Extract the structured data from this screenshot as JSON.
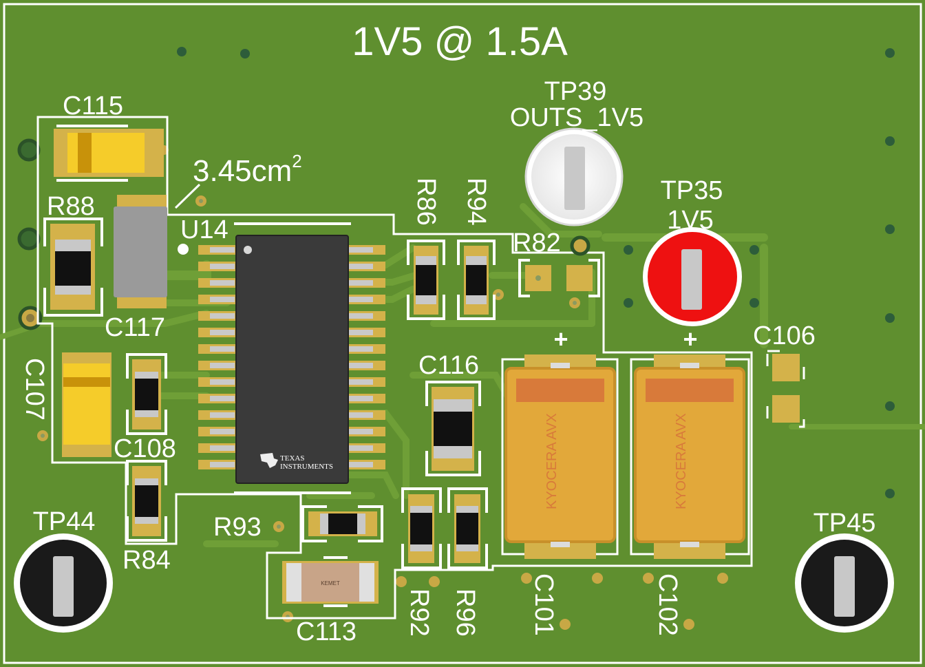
{
  "title": "1V5 @ 1.5A",
  "area_label": {
    "value": "3.45cm",
    "superscript": "2"
  },
  "polarity_mark": "+",
  "ic": {
    "ref": "U14",
    "logo_line1": "TEXAS",
    "logo_line2": "INSTRUMENTS"
  },
  "test_points": [
    {
      "ref": "TP39",
      "net": "OUTS_1V5",
      "color": "#ffffff"
    },
    {
      "ref": "TP35",
      "net": "1V5",
      "color": "#ee1111"
    },
    {
      "ref": "TP44",
      "color": "#1a1a1a"
    },
    {
      "ref": "TP45",
      "color": "#1a1a1a"
    }
  ],
  "components": {
    "C115": "C115",
    "R88": "R88",
    "C117": "C117",
    "C107": "C107",
    "C108": "C108",
    "R84": "R84",
    "R93": "R93",
    "C113": "C113",
    "R86": "R86",
    "R94": "R94",
    "R82": "R82",
    "C116": "C116",
    "R92": "R92",
    "R96": "R96",
    "C101": "C101",
    "C102": "C102",
    "C106": "C106"
  },
  "tantalum_brand": "KYOCERA AVX",
  "capacitor_brand": "KEMET",
  "colors": {
    "board": "#5f8f2f",
    "copper_trace": "#6f9f37",
    "silkscreen": "#ffffff",
    "pad_gold": "#d4b24a",
    "tantalum": "#e2a83a",
    "tantalum_band": "#d87a3a",
    "yellow_cap": "#f5cc2a"
  }
}
